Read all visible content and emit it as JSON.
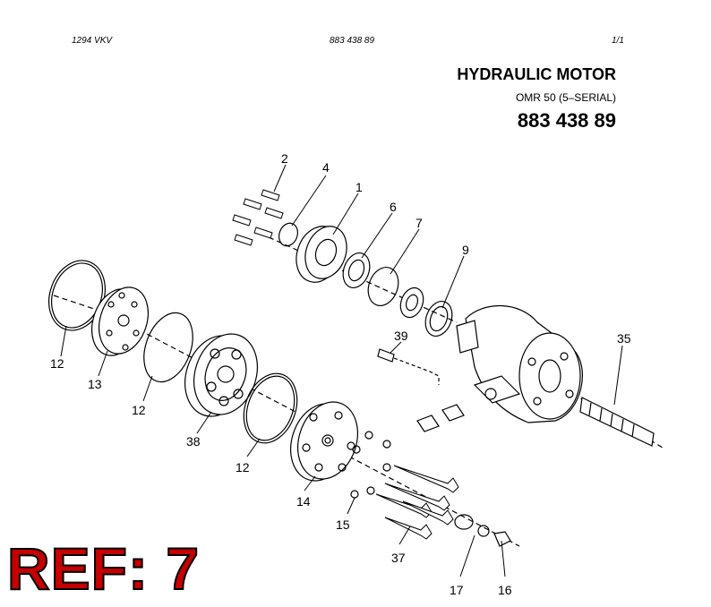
{
  "header": {
    "left": "1294 VKV",
    "center": "883 438 89",
    "right": "1/1"
  },
  "title": {
    "main": "HYDRAULIC MOTOR",
    "model": "OMR 50 (5–SERIAL)",
    "part_number": "883 438 89"
  },
  "callouts": {
    "c1": "1",
    "c2": "2",
    "c4": "4",
    "c6": "6",
    "c7": "7",
    "c9": "9",
    "c12a": "12",
    "c12b": "12",
    "c12c": "12",
    "c13": "13",
    "c14": "14",
    "c15": "15",
    "c16": "16",
    "c17": "17",
    "c35": "35",
    "c37": "37",
    "c38": "38",
    "c39": "39"
  },
  "ref_badge": "REF: 7",
  "colors": {
    "ref_text": "#c40000",
    "ink": "#000000"
  }
}
